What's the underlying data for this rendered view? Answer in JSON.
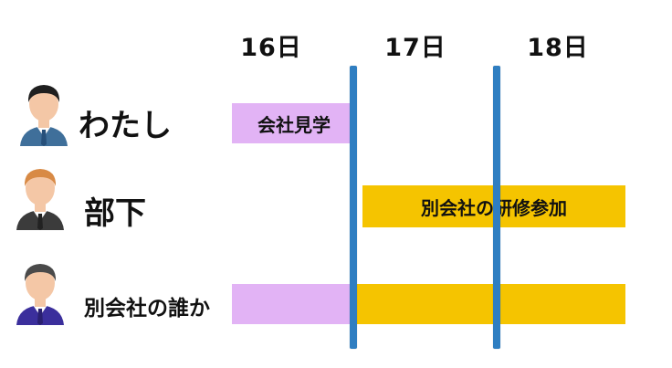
{
  "days": [
    "16日",
    "17日",
    "18日"
  ],
  "people": [
    {
      "name": "わたし",
      "hair": "#1f1f1f",
      "suit": "#3f6f9a",
      "tie": "#27507a"
    },
    {
      "name": "部下",
      "hair": "#d88a45",
      "suit": "#3b3b3b",
      "tie": "#222222"
    },
    {
      "name": "別会社の誰か",
      "hair": "#4a4a4a",
      "suit": "#3b2f9c",
      "tie": "#2a2070"
    }
  ],
  "bars": {
    "visit": {
      "label": "会社見学"
    },
    "training": {
      "label": "別会社の研修参加"
    },
    "other_purple": {
      "label": ""
    },
    "other_yellow": {
      "label": ""
    }
  },
  "colors": {
    "purple": "#e2b3f5",
    "yellow": "#f5c400",
    "divider": "#2f7ec1",
    "skin": "#f4c7a6"
  }
}
